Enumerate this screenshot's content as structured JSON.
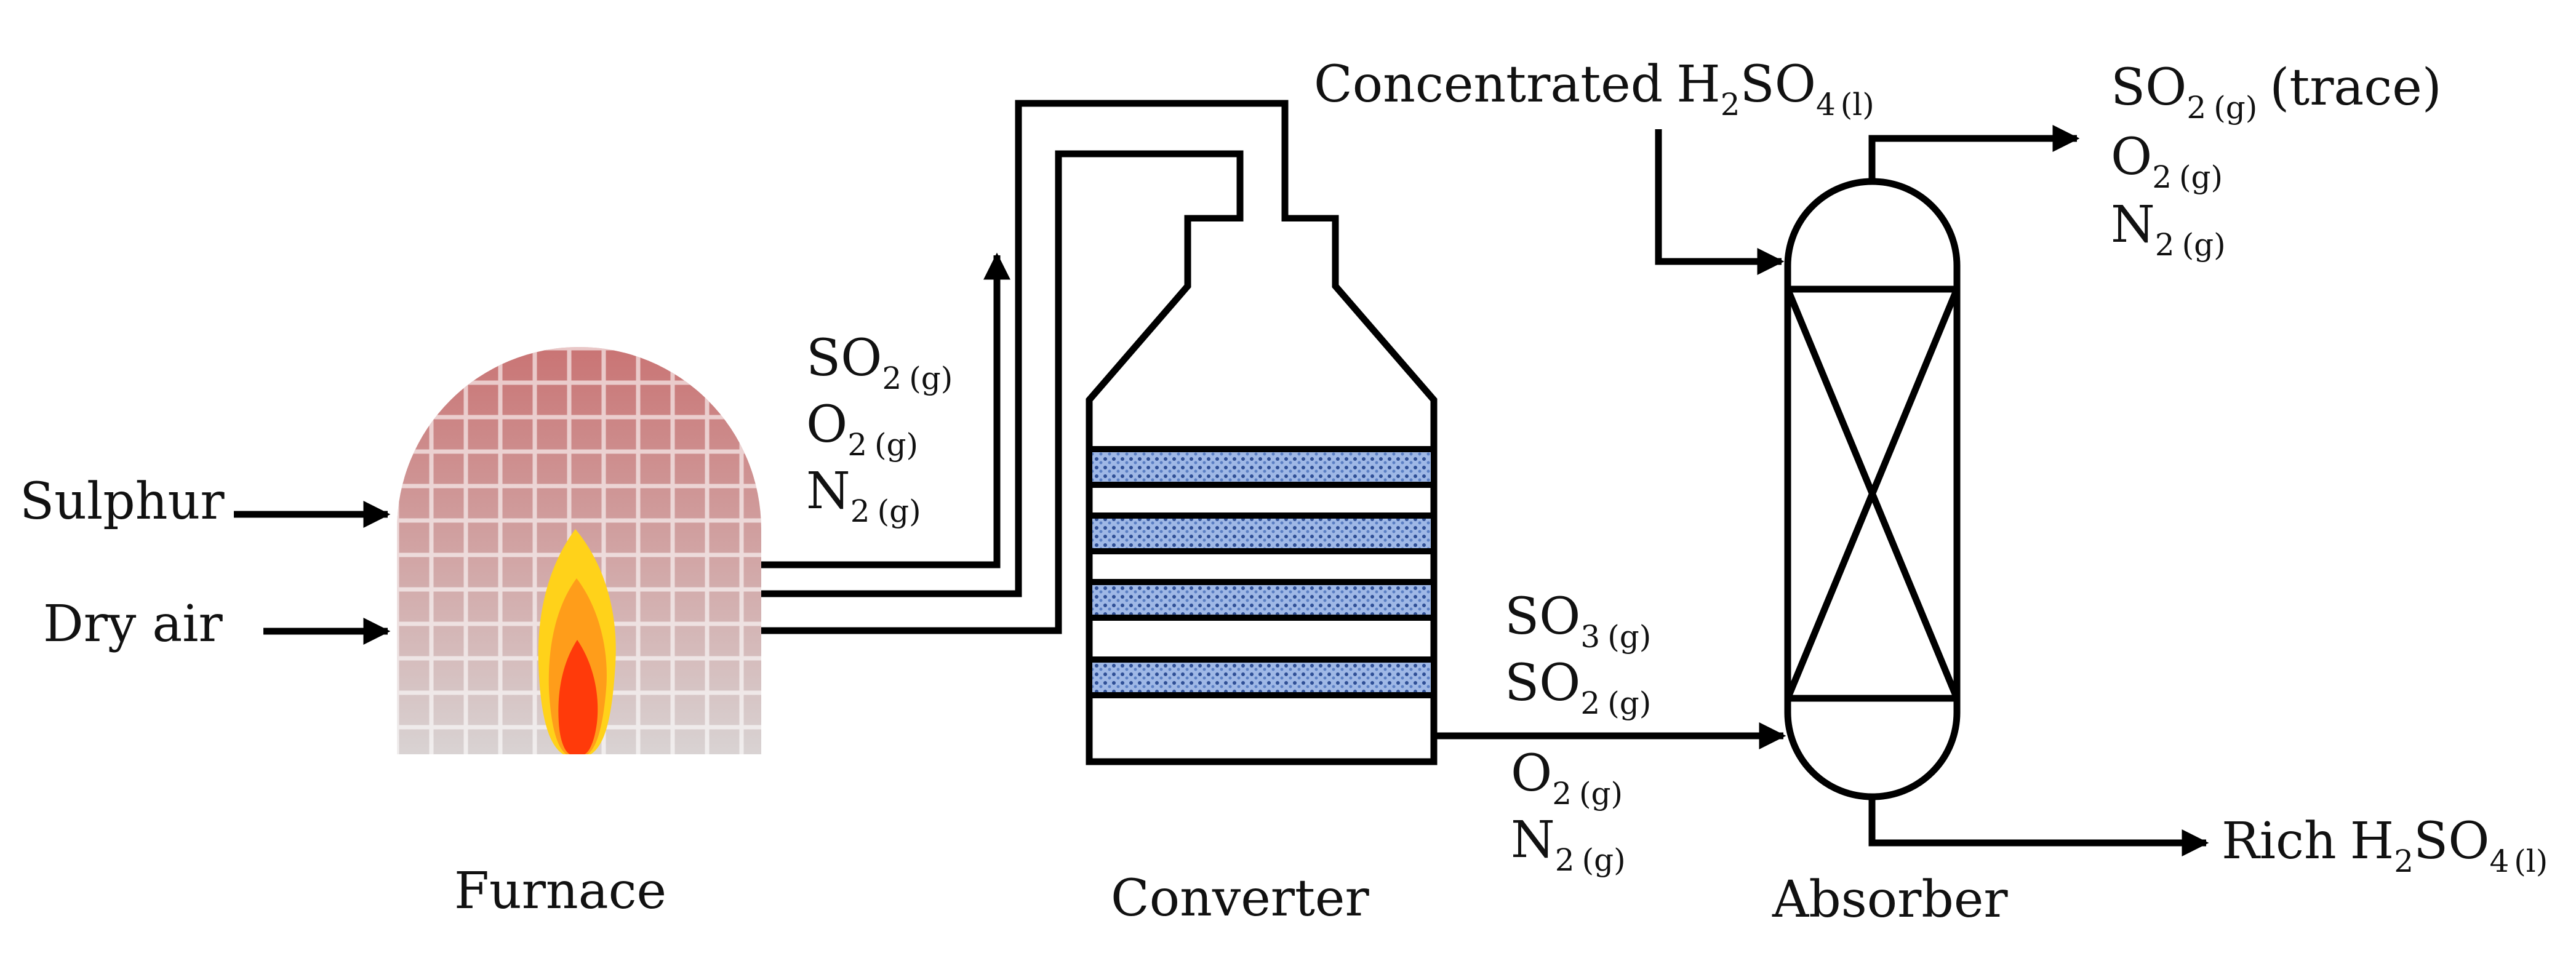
{
  "labels": {
    "sulphur": "Sulphur",
    "dry_air": "Dry air",
    "furnace": "Furnace",
    "converter": "Converter",
    "absorber": "Absorber",
    "concentrated": "Concentrated",
    "rich": "Rich"
  },
  "chem": {
    "furnace_out": [
      {
        "base": "SO",
        "num": "2",
        "phase": "(g)"
      },
      {
        "base": "O",
        "num": "2",
        "phase": "(g)"
      },
      {
        "base": "N",
        "num": "2",
        "phase": "(g)"
      }
    ],
    "converter_out": [
      {
        "base": "SO",
        "num": "3",
        "phase": "(g)"
      },
      {
        "base": "SO",
        "num": "2",
        "phase": "(g)"
      },
      {
        "base": "O",
        "num": "2",
        "phase": "(g)"
      },
      {
        "base": "N",
        "num": "2",
        "phase": "(g)"
      }
    ],
    "absorber_top": [
      {
        "base": "SO",
        "num": "2",
        "phase": "(g)",
        "extra": "(trace)"
      },
      {
        "base": "O",
        "num": "2",
        "phase": "(g)"
      },
      {
        "base": "N",
        "num": "2",
        "phase": "(g)"
      }
    ],
    "acid": {
      "h": "H",
      "hnum": "2",
      "so": "SO",
      "onum": "4",
      "phase": "(l)"
    }
  },
  "colors": {
    "furnace_top": "#c97474",
    "furnace_bottom": "#d9d3d3",
    "flame_outer": "#ffd21a",
    "flame_mid": "#ff9d1a",
    "flame_inner": "#ff3a0a",
    "catalyst": "#5b7fc4"
  }
}
